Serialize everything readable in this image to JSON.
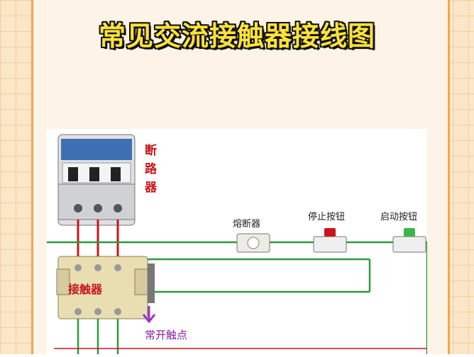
{
  "title": "常见交流接触器接线图",
  "labels": {
    "breaker": "断路器",
    "fuse": "熔断器",
    "stop_button": "停止按钮",
    "start_button": "启动按钮",
    "contactor": "接触器",
    "no_contact": "常开触点"
  },
  "colors": {
    "title_fill": "#ffe23a",
    "label_red": "#c8151b",
    "label_dark": "#222222",
    "label_purple": "#8a1fa8",
    "wire_green": "#2c9a3c",
    "wire_red": "#c8151b",
    "wire_purple": "#9b30c9",
    "border_orange": "#f1a54f"
  }
}
